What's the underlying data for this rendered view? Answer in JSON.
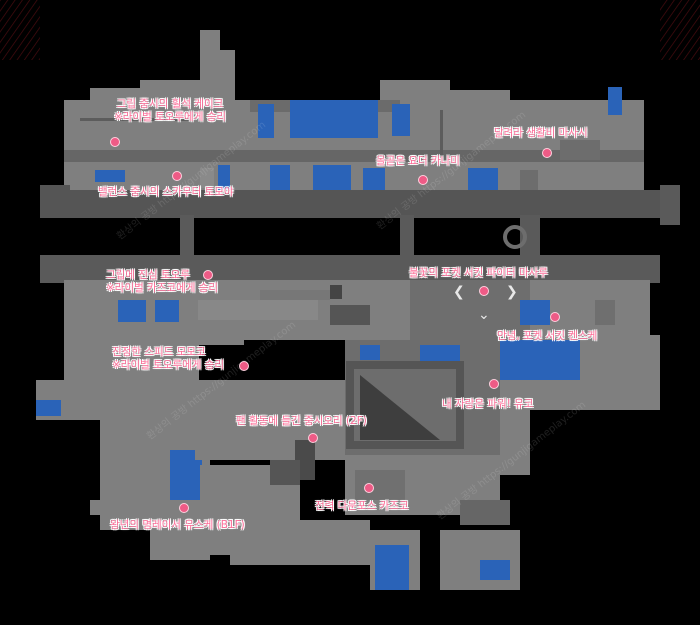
{
  "map": {
    "locations": [
      {
        "id": "grip-wheelchair-cake",
        "lines": [
          "그립 중시의 휠석 케이크",
          "※라이벌 토오루에게 승리"
        ]
      },
      {
        "id": "balance-scout-tomoya",
        "lines": [
          "밸런스 중시의 스카우터 토모야"
        ]
      },
      {
        "id": "honest-yoda-kanami",
        "lines": [
          "올곧은 요더 카나미"
        ]
      },
      {
        "id": "running-life-masashi",
        "lines": [
          "달려라 생활비 마사시"
        ]
      },
      {
        "id": "grip-touru",
        "lines": [
          "그립에 진심 토오루",
          "※라이벌 카즈코에게 승리"
        ]
      },
      {
        "id": "fire-pocket-fighter-masaru",
        "lines": [
          "불꽃의 포켓 서킷 파이터 마사루"
        ]
      },
      {
        "id": "hello-pocket-kensuke",
        "lines": [
          "안녕, 포켓 서킷 켄스케"
        ]
      },
      {
        "id": "serious-speed-momoko",
        "lines": [
          "진정한 스피드 모모코",
          "※라이벌 토오루에게 승리"
        ]
      },
      {
        "id": "my-pride-power-yuko",
        "lines": [
          "내 자랑은 파워! 유코"
        ]
      },
      {
        "id": "fan-activity-saori",
        "lines": [
          "팬 활동에 들긴 중시오리 (2F)"
        ]
      },
      {
        "id": "full-downforce-kazuko",
        "lines": [
          "전력 다운포스 카즈코"
        ]
      },
      {
        "id": "king-yusuke",
        "lines": [
          "왕년의 명레이서 유스케 (B1F)"
        ]
      }
    ],
    "watermark": "환상의 공방 https://gunjigameplay.com",
    "colors": {
      "background": "#000000",
      "floor": "#7d7d7d",
      "corridor": "#5a5a5a",
      "dark": "#3c3c3c",
      "shop": "#2a63b8",
      "pin": "#ee5b86",
      "label": "#ff6f9a"
    }
  }
}
